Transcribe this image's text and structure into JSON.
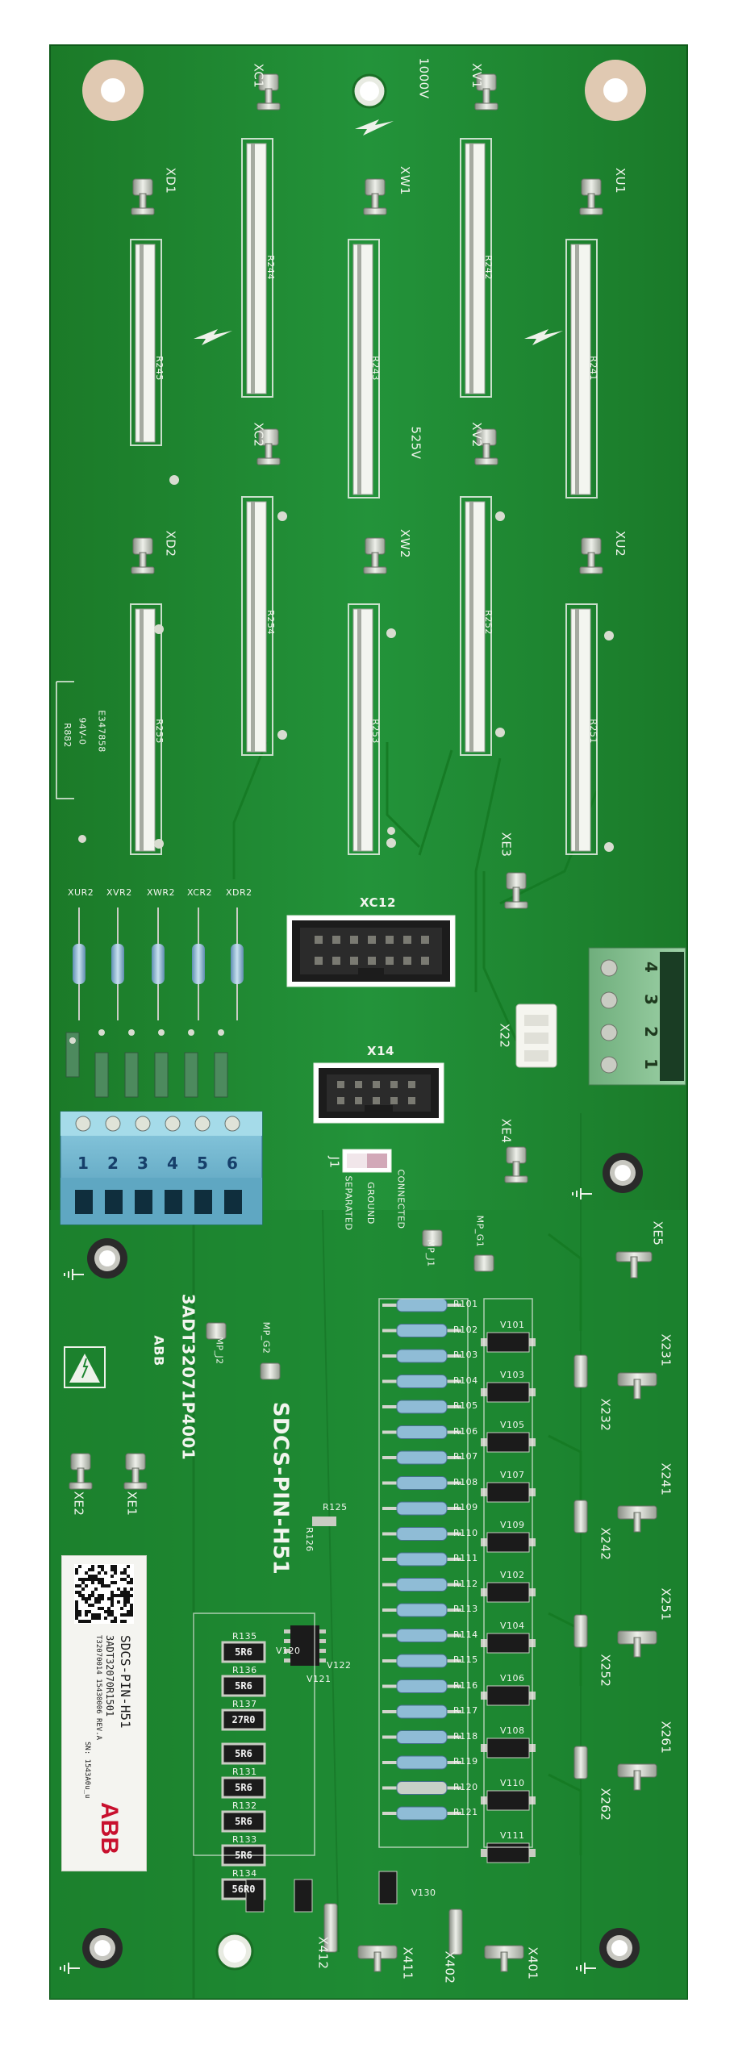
{
  "board": {
    "part_name": "SDCS-PIN-H51",
    "part_number": "3ADT32071P4001",
    "brand": "ABB",
    "voltage_high": "1000V",
    "voltage_low": "525V",
    "cert_code": "E347858",
    "cert_code2": "94V-0",
    "approval": "R882"
  },
  "colors": {
    "pcb": "#1f8a2e",
    "pcb_dark": "#157022",
    "pcb_light": "#2ea33e",
    "silk": "#f2f5ee",
    "terminal_blue": "#6fb3cc",
    "terminal_green": "#7dba8a",
    "header_black": "#1a1a1a"
  },
  "sticker": {
    "title": "SDCS-PIN-H51",
    "pn": "3ADT32070R1501",
    "line3": "T32070014 15430006   REV.A",
    "serial": "SN: 1543A0u_u",
    "logo": "ABB"
  },
  "labels_top": {
    "xc1": "XC1",
    "xv1": "XV1",
    "xd1": "XD1",
    "xw1": "XW1",
    "xu1": "XU1",
    "xc2": "XC2",
    "xv2": "XV2",
    "xd2": "XD2",
    "xw2": "XW2",
    "xu2": "XU2"
  },
  "resistors_top": {
    "r244": "R244",
    "r242": "R242",
    "r243": "R243",
    "r245": "R245",
    "r241": "R241",
    "r254": "R254",
    "r252": "R252",
    "r253": "R253",
    "r255": "R255",
    "r251": "R251"
  },
  "connectors": {
    "xc12": "XC12",
    "x14": "X14",
    "x22": "X22",
    "xe3": "XE3",
    "xe4": "XE4",
    "xe5": "XE5",
    "xe1": "XE1",
    "xe2": "XE2",
    "j1": "J1",
    "connected": "CONNECTED",
    "ground": "GROUND",
    "separated": "SEPARATED",
    "mp_j1": "MP_J1",
    "mp_g1": "MP_G1",
    "mp_g2": "MP_G2",
    "mp_j2": "MP_J2"
  },
  "terminal_block": {
    "numbers": [
      "1",
      "2",
      "3",
      "4",
      "5",
      "6"
    ]
  },
  "plug_green": {
    "numbers": [
      "1",
      "2",
      "3",
      "4"
    ]
  },
  "xr_row": [
    "XUR2",
    "XVR2",
    "XWR2",
    "XCR2",
    "XDR2"
  ],
  "r_right": [
    "R101",
    "R102",
    "R103",
    "R104",
    "R105",
    "R106",
    "R107",
    "R108",
    "R109",
    "R110",
    "R111",
    "R112",
    "R113",
    "R114",
    "R115",
    "R116",
    "R117",
    "R118",
    "R119",
    "R120",
    "R121"
  ],
  "v_right": [
    "V101",
    "V103",
    "V105",
    "V107",
    "V109",
    "V102",
    "V104",
    "V106",
    "V108",
    "V110",
    "V111"
  ],
  "x_right": {
    "x231": "X231",
    "x232": "X232",
    "x241": "X241",
    "x242": "X242",
    "x251": "X251",
    "x252": "X252",
    "x261": "X261",
    "x262": "X262",
    "x412": "X412",
    "x411": "X411",
    "x402": "X402",
    "x401": "X401"
  },
  "smd_left": {
    "codes": [
      "5R6",
      "5R6",
      "27R0",
      "5R6",
      "5R6",
      "5R6",
      "5R6",
      "56R0"
    ],
    "labels": [
      "R135",
      "R136",
      "R137",
      "R131",
      "R132",
      "R133",
      "R134"
    ]
  },
  "r125": "R125",
  "r126": "R126",
  "v120": "V120",
  "v121": "V121",
  "v122": "V122",
  "v130": "V130"
}
